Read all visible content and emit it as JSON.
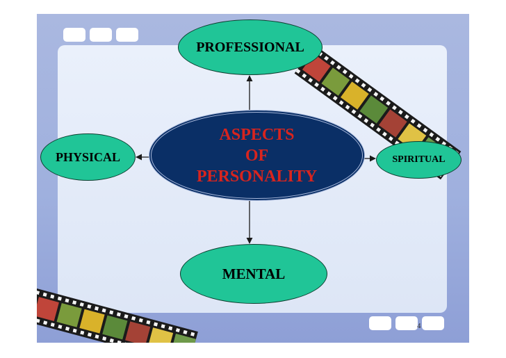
{
  "diagram": {
    "center": {
      "label": "ASPECTS\nOF\nPERSONALITY"
    },
    "nodes": {
      "top": {
        "label": "PROFESSIONAL"
      },
      "left": {
        "label": "PHYSICAL"
      },
      "right": {
        "label": "SPIRITUAL"
      },
      "bottom": {
        "label": "MENTAL"
      }
    },
    "edges": [
      {
        "from": "center",
        "to": "top"
      },
      {
        "from": "center",
        "to": "left"
      },
      {
        "from": "center",
        "to": "right"
      },
      {
        "from": "center",
        "to": "bottom"
      }
    ]
  },
  "slide": {
    "page_number": "4"
  },
  "colors": {
    "outer_background": "#9fb0de",
    "inner_panel": "#e3eaf8",
    "center_fill": "#0a2f66",
    "center_text": "#d8241e",
    "node_fill": "#20c597",
    "connector": "#1a1a1a"
  },
  "decorations": {
    "film_strip_frames": [
      "#c0453a",
      "#7a9b3c",
      "#d9b22a",
      "#5b8a3a",
      "#a44236",
      "#e0c245",
      "#6f9a4a"
    ]
  }
}
